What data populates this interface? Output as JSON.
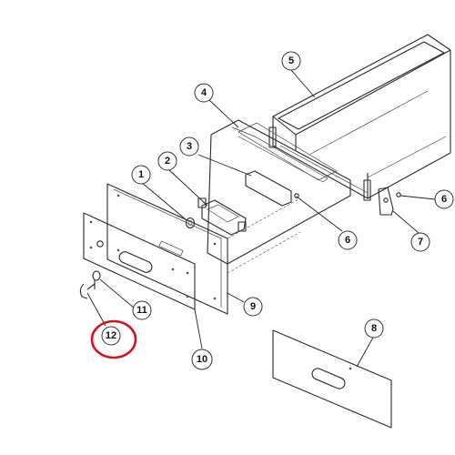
{
  "callouts": [
    {
      "id": "c1",
      "label": "1"
    },
    {
      "id": "c2",
      "label": "2"
    },
    {
      "id": "c3",
      "label": "3"
    },
    {
      "id": "c4",
      "label": "4"
    },
    {
      "id": "c5",
      "label": "5"
    },
    {
      "id": "c6a",
      "label": "6"
    },
    {
      "id": "c6b",
      "label": "6"
    },
    {
      "id": "c7",
      "label": "7"
    },
    {
      "id": "c8",
      "label": "8"
    },
    {
      "id": "c9",
      "label": "9"
    },
    {
      "id": "c10",
      "label": "10"
    },
    {
      "id": "c11",
      "label": "11"
    },
    {
      "id": "c12",
      "label": "12"
    }
  ],
  "highlight": {
    "callout": "12",
    "color": "#d0161c"
  }
}
